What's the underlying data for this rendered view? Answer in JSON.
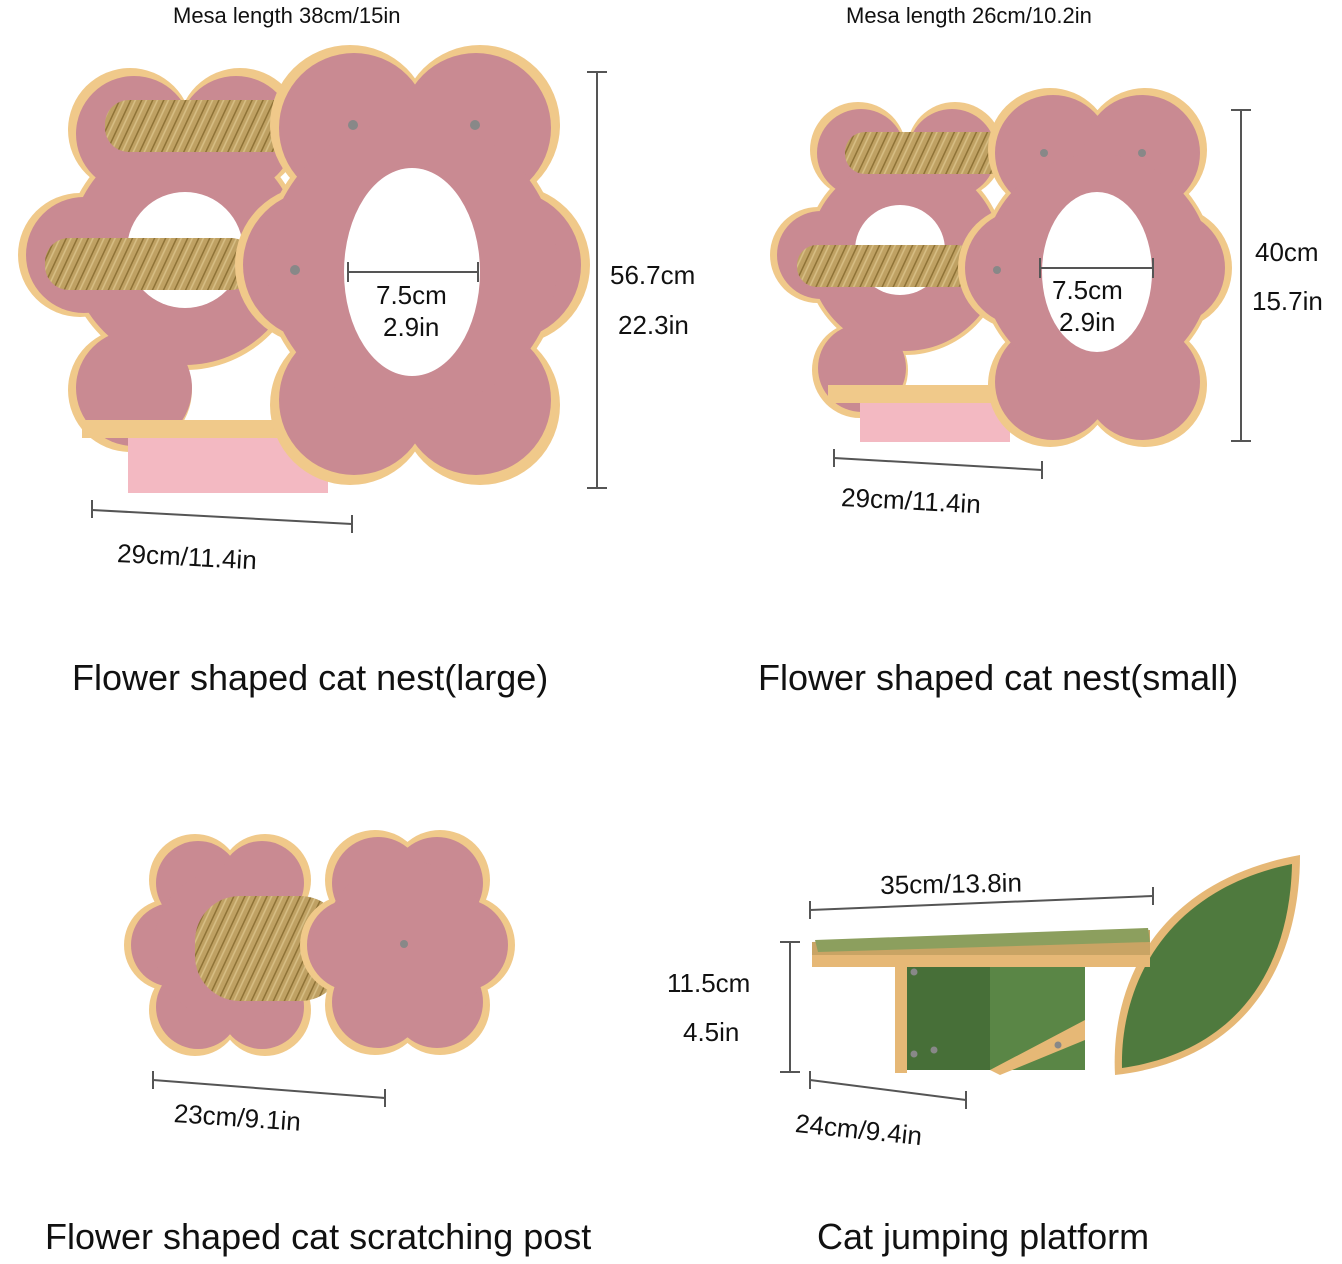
{
  "products": {
    "large_nest": {
      "mesa": "Mesa length 38cm/15in",
      "height_cm": "56.7cm",
      "height_in": "22.3in",
      "hole_cm": "7.5cm",
      "hole_in": "2.9in",
      "width": "29cm/11.4in",
      "caption": "Flower shaped cat nest(large)"
    },
    "small_nest": {
      "mesa": "Mesa length 26cm/10.2in",
      "height_cm": "40cm",
      "height_in": "15.7in",
      "hole_cm": "7.5cm",
      "hole_in": "2.9in",
      "width": "29cm/11.4in",
      "caption": "Flower shaped cat nest(small)"
    },
    "scratching_post": {
      "width": "23cm/9.1in",
      "caption": "Flower shaped cat scratching post"
    },
    "jumping_platform": {
      "length": "35cm/13.8in",
      "height_cm": "11.5cm",
      "height_in": "4.5in",
      "depth": "24cm/9.4in",
      "caption": "Cat jumping platform"
    }
  },
  "colors": {
    "pink": "#c98a92",
    "pink_light": "#f3b9c2",
    "wood_edge": "#f0c98a",
    "rope": "#b89a5a",
    "green": "#4f7a3e",
    "line": "#555555"
  }
}
